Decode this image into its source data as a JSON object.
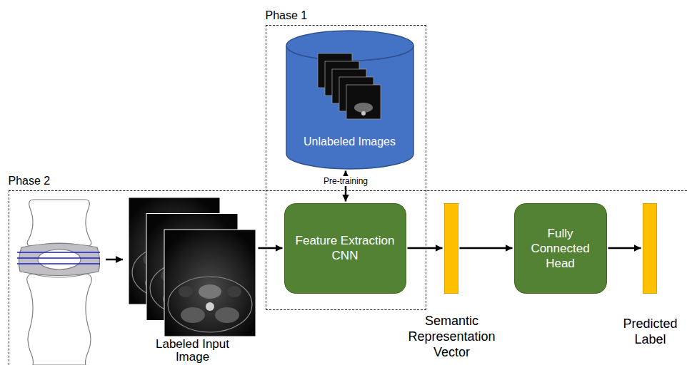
{
  "diagram": {
    "nodes": [
      {
        "text": [
          "Phase 1"
        ]
      },
      {
        "text": [
          "Phase 2"
        ]
      },
      {
        "text": [
          "Unlabeled Images"
        ],
        "in": 0
      },
      {
        "text": [
          "Feature Extraction CNN"
        ],
        "in": 0
      },
      {
        "text": [
          "Labeled Input Image"
        ],
        "in": 1
      },
      {
        "text": [
          "Semantic Representation Vector"
        ],
        "in": 1
      },
      {
        "text": [
          "Fully Connected Head"
        ],
        "in": 1
      },
      {
        "text": [
          "Predicted Label"
        ],
        "in": 1
      }
    ],
    "edges": [
      {
        "from": 2,
        "to": 3,
        "label": "Pre-training",
        "arrow": "both"
      },
      {
        "from": 4,
        "to": 3,
        "arrow": "to"
      },
      {
        "from": 3,
        "to": 5,
        "arrow": "to"
      },
      {
        "from": 5,
        "to": 6,
        "arrow": "to"
      },
      {
        "from": 6,
        "to": 7,
        "arrow": "to"
      }
    ]
  }
}
